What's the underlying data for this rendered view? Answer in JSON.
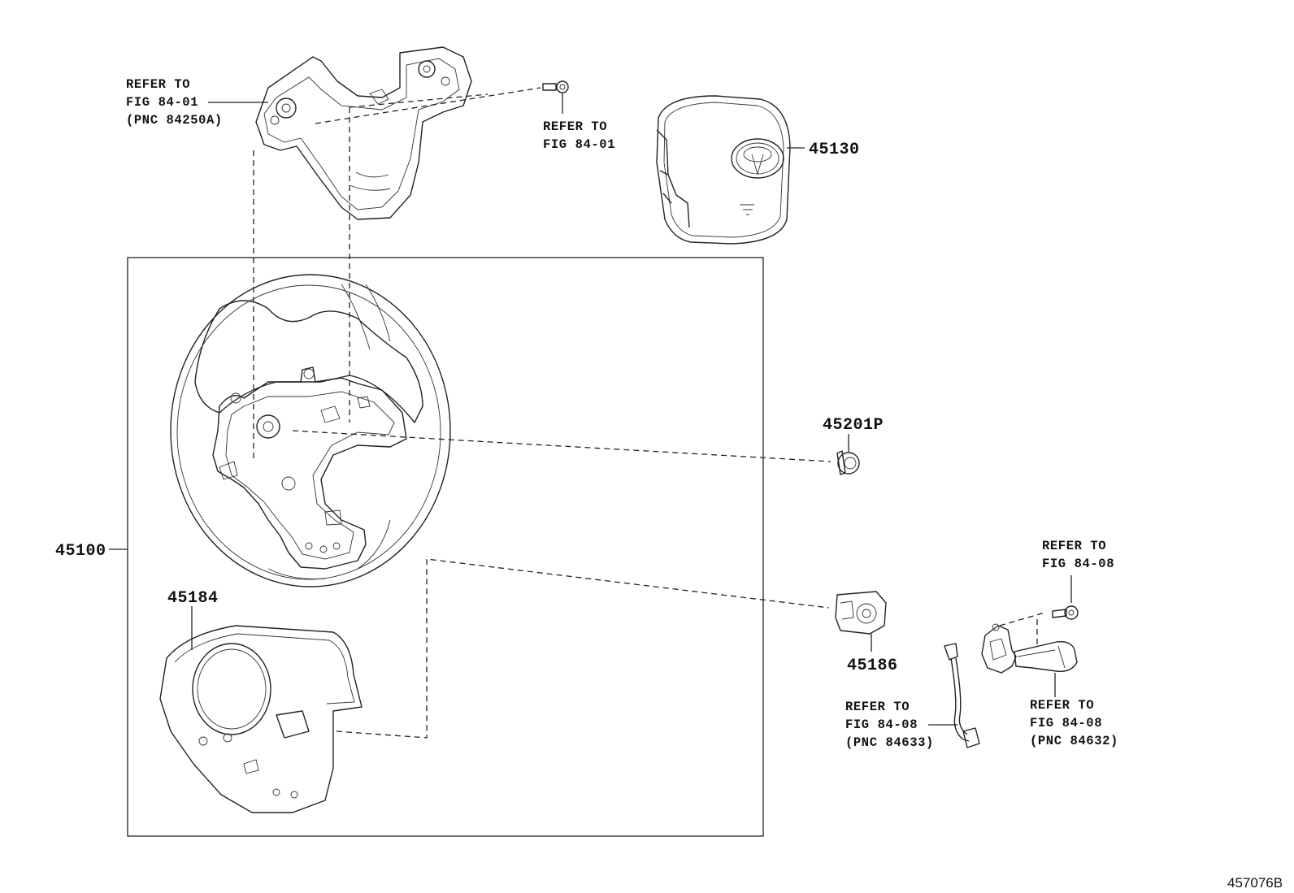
{
  "parts": {
    "p45100": "45100",
    "p45130": "45130",
    "p45184": "45184",
    "p45186": "45186",
    "p45201p": "45201P"
  },
  "refs": {
    "switch_left": {
      "l1": "REFER TO",
      "l2": "FIG 84-01",
      "l3": "(PNC 84250A)"
    },
    "screw_top": {
      "l1": "REFER TO",
      "l2": "FIG 84-01"
    },
    "screw_right": {
      "l1": "REFER TO",
      "l2": "FIG 84-08"
    },
    "wire_harness": {
      "l1": "REFER TO",
      "l2": "FIG 84-08",
      "l3": "(PNC 84633)"
    },
    "switch_right": {
      "l1": "REFER TO",
      "l2": "FIG 84-08",
      "l3": "(PNC 84632)"
    }
  },
  "diagram_code": "457076B"
}
